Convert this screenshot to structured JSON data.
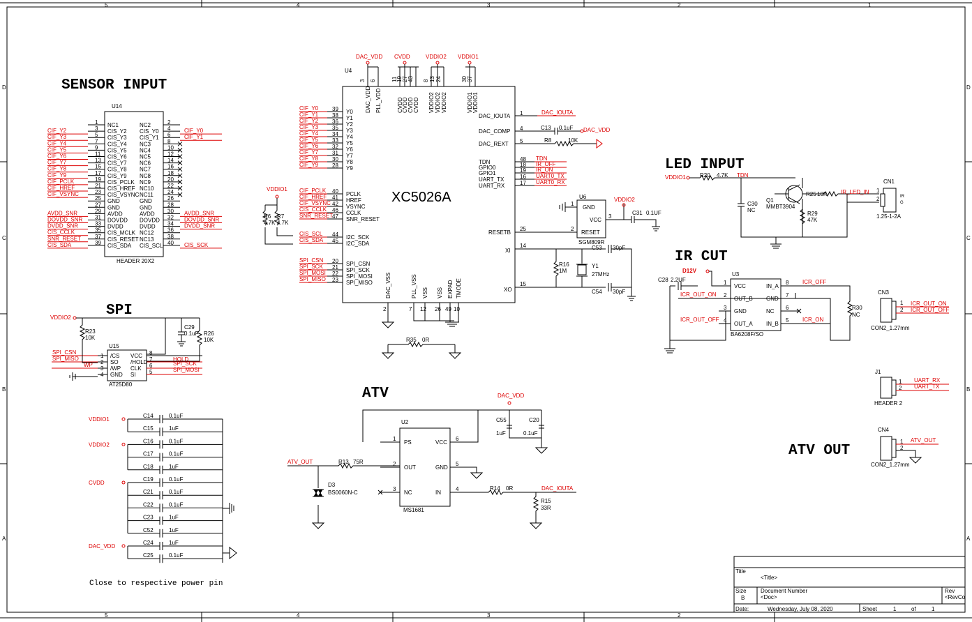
{
  "frame": {
    "col_labels": [
      "5",
      "4",
      "3",
      "2",
      "1"
    ],
    "row_labels": [
      "D",
      "C",
      "B",
      "A"
    ]
  },
  "titles": {
    "sensor": "SENSOR INPUT",
    "spi": "SPI",
    "atv": "ATV",
    "led": "LED INPUT",
    "ircut": "IR CUT",
    "atvout": "ATV OUT",
    "note": "Close to respective power pin"
  },
  "u4": {
    "ref": "U4",
    "name": "XC5026A",
    "top_nets": [
      "DAC_VDD",
      "CVDD",
      "VDDIO2",
      "VDDIO1"
    ],
    "top_pins": [
      "3",
      "6",
      "11",
      "19",
      "27",
      "43",
      "8",
      "13",
      "24",
      "30",
      "37"
    ],
    "top_names": [
      "DAC_VDD",
      "PLL_VDD",
      "CVDD",
      "CVDD",
      "CVDD",
      "CVDD",
      "VDDIO2",
      "VDDIO2",
      "VDDIO2",
      "VDDIO1",
      "VDDIO1"
    ],
    "left_nets": [
      "CIF_Y0",
      "CIF_Y1",
      "CIF_Y2",
      "CIF_Y3",
      "CIF_Y4",
      "CIF_Y5",
      "CIF_Y6",
      "CIF_Y7",
      "CIF_Y8",
      "CIF_Y9"
    ],
    "left_pins": [
      "39",
      "38",
      "36",
      "35",
      "34",
      "33",
      "32",
      "31",
      "30",
      "28"
    ],
    "left_names": [
      "Y0",
      "Y1",
      "Y2",
      "Y3",
      "Y4",
      "Y5",
      "Y6",
      "Y7",
      "Y8",
      "Y9"
    ],
    "left2_nets": [
      "CIF_PCLK",
      "CIF_HREF",
      "CIF_VSYNC",
      "CIS_CCLK",
      "SNR_RESET"
    ],
    "left2_pins": [
      "40",
      "41",
      "42",
      "46",
      "47"
    ],
    "left2_names": [
      "PCLK",
      "HREF",
      "VSYNC",
      "CCLK",
      "SNR_RESET"
    ],
    "i2c_nets": [
      "CIS_SCL",
      "CIS_SDA"
    ],
    "i2c_pins": [
      "44",
      "45"
    ],
    "i2c_names": [
      "I2C_SCK",
      "I2C_SDA"
    ],
    "spi_nets": [
      "SPI_CSN",
      "SPI_SCK",
      "SPI_MOSI",
      "SPI_MISO"
    ],
    "spi_pins": [
      "20",
      "21",
      "22",
      "23"
    ],
    "spi_names": [
      "SPI_CSN",
      "SPI_SCK",
      "SPI_MOSI",
      "SPI_MISO"
    ],
    "right_names": [
      "DAC_IOUTA",
      "DAC_COMP",
      "DAC_REXT"
    ],
    "right_pins": [
      "1",
      "4",
      "5"
    ],
    "gpio_names": [
      "TDN",
      "GPIO0",
      "GPIO1",
      "UART_TX",
      "UART_RX"
    ],
    "gpio_pins": [
      "48",
      "18",
      "19",
      "16",
      "17"
    ],
    "gpio_nets": [
      "TDN",
      "IR_OFF",
      "IR_ON",
      "UART0_TX",
      "UART0_RX"
    ],
    "resetb": "RESETB",
    "resetb_pin": "25",
    "xi": "XI",
    "xi_pin": "14",
    "xo": "XO",
    "xo_pin": "15",
    "bottom_pins": [
      "2",
      "7",
      "12",
      "26",
      "49",
      "10"
    ],
    "bottom_names": [
      "DAC_VSS",
      "PLL_VSS",
      "VSS",
      "VSS",
      "EXPAD",
      "TMODE"
    ],
    "dac_iouta_net": "DAC_IOUTA",
    "c13": "C13",
    "c13_val": "0.1uF",
    "r8": "R8",
    "r8_val": "10K",
    "dac_vdd": "DAC_VDD",
    "vddio1": "VDDIO1",
    "r6": "R6",
    "r6_val": "4.7K",
    "r7": "R7",
    "r7_val": "4.7K",
    "r35": "R35",
    "r35_val": "0R"
  },
  "u14": {
    "ref": "U14",
    "part": "HEADER 20X2",
    "left_pins": [
      "1",
      "3",
      "5",
      "7",
      "9",
      "11",
      "13",
      "15",
      "17",
      "19",
      "21",
      "23",
      "25",
      "27",
      "29",
      "31",
      "33",
      "35",
      "37",
      "39"
    ],
    "left_names": [
      "NC1",
      "CIS_Y2",
      "CIS_Y3",
      "CIS_Y4",
      "CIS_Y5",
      "CIS_Y6",
      "CIS_Y7",
      "CIS_Y8",
      "CIS_Y9",
      "CIS_PCLK",
      "CIS_HREF",
      "CIS_VSYNC",
      "GND",
      "GND",
      "AVDD",
      "DOVDD",
      "DVDD",
      "CIS_MCLK",
      "CIS_RESET",
      "CIS_SDA"
    ],
    "right_pins": [
      "2",
      "4",
      "6",
      "8",
      "10",
      "12",
      "14",
      "16",
      "18",
      "20",
      "22",
      "24",
      "26",
      "28",
      "30",
      "32",
      "34",
      "36",
      "38",
      "40"
    ],
    "right_names": [
      "NC2",
      "CIS_Y0",
      "CIS_Y1",
      "NC3",
      "NC4",
      "NC5",
      "NC6",
      "NC7",
      "NC8",
      "NC9",
      "NC10",
      "NC11",
      "GND",
      "GND",
      "AVDD",
      "DOVDD",
      "DVDD",
      "NC12",
      "NC13",
      "CIS_SCL"
    ],
    "left_nets": [
      "",
      "CIF_Y2",
      "CIF_Y3",
      "CIF_Y4",
      "CIF_Y5",
      "CIF_Y6",
      "CIF_Y7",
      "CIF_Y8",
      "CIF_Y9",
      "CIF_PCLK",
      "CIF_HREF",
      "CIF_VSYNC",
      "",
      "",
      "AVDD_SNR",
      "DOVDD_SNR",
      "DVDD_SNR",
      "CIS_CCLK",
      "SNR_RESET",
      "CIS_SDA"
    ],
    "right_nets": [
      "",
      "CIF_Y0",
      "CIF_Y1",
      "",
      "",
      "",
      "",
      "",
      "",
      "",
      "",
      "",
      "",
      "",
      "AVDD_SNR",
      "DOVDD_SNR",
      "DVDD_SNR",
      "",
      "",
      "CIS_SCK"
    ]
  },
  "u15": {
    "ref": "U15",
    "part": "AT25D80",
    "left_names": [
      "/CS",
      "SO",
      "/WP",
      "GND"
    ],
    "left_pins": [
      "1",
      "2",
      "3",
      "4"
    ],
    "right_names": [
      "VCC",
      "/HOLD",
      "CLK",
      "SI"
    ],
    "right_pins": [
      "8",
      "7",
      "6",
      "5"
    ],
    "left_nets": [
      "SPI_CSN",
      "SPI_MISO",
      "WP"
    ],
    "right_nets": [
      "HOLD",
      "SPI_SCK",
      "SPI_MOSI"
    ],
    "vddio2": "VDDIO2",
    "r23": "R23",
    "r23_val": "10K",
    "c29": "C29",
    "c29_val": "0.1uF",
    "r26": "R26",
    "r26_val": "10K"
  },
  "u6": {
    "ref": "U6",
    "part": "SGM809R",
    "pins": [
      "1",
      "2",
      "3"
    ],
    "names": [
      "GND",
      "RESET",
      "VCC"
    ],
    "vddio2": "VDDIO2",
    "c31": "C31",
    "c31_val": "0.1UF"
  },
  "xtal": {
    "y1": "Y1",
    "y1_val": "27MHz",
    "r16": "R16",
    "r16_val": "1M",
    "c53": "C53",
    "c53_val": "30pF",
    "c54": "C54",
    "c54_val": "30pF"
  },
  "led": {
    "vddio1": "VDDIO1",
    "r20": "R20",
    "r20_val": "4.7K",
    "tdn": "TDN",
    "c30": "C30",
    "c30_val": "NC",
    "q1": "Q1",
    "q1_part": "MMBT3904",
    "r25": "R25",
    "r25_val": "10K",
    "r29": "R29",
    "r29_val": "47K",
    "net": "IR_LED_IN",
    "cn1": "CN1",
    "cn1_part": "1.25-1-2A",
    "cn1_pins": [
      "1",
      "2"
    ],
    "cn1_labels": [
      "IR",
      "G"
    ]
  },
  "ircut": {
    "d12v": "D12V",
    "c28": "C28",
    "c28_val": "2.2UF",
    "u3": "U3",
    "part": "BA6208F/SO",
    "left_names": [
      "VCC",
      "OUT_B",
      "GND",
      "OUT_A"
    ],
    "left_pins": [
      "1",
      "2",
      "3",
      "4"
    ],
    "right_names": [
      "IN_A",
      "GND",
      "NC",
      "IN_B"
    ],
    "right_pins": [
      "8",
      "7",
      "6",
      "5"
    ],
    "nets": [
      "ICR_OUT_ON",
      "ICR_OUT_OFF",
      "ICR_OFF",
      "ICR_ON"
    ],
    "r30": "R30",
    "r30_val": "NC",
    "cn3": "CN3",
    "cn3_part": "CON2_1.27mm",
    "cn3_pins": [
      "1",
      "2"
    ],
    "cn3_nets": [
      "ICR_OUT_ON",
      "ICR_OUT_OFF"
    ],
    "j1": "J1",
    "j1_part": "HEADER 2",
    "j1_pins": [
      "1",
      "2"
    ],
    "j1_nets": [
      "UART_RX",
      "UART_TX"
    ],
    "cn4": "CN4",
    "cn4_part": "CON2_1.27mm",
    "cn4_pins": [
      "1",
      "2"
    ],
    "cn4_net": "ATV_OUT"
  },
  "atv": {
    "u2": "U2",
    "part": "MS1681",
    "left_names": [
      "PS",
      "OUT",
      "NC"
    ],
    "left_pins": [
      "1",
      "2",
      "3"
    ],
    "right_names": [
      "VCC",
      "GND",
      "IN"
    ],
    "right_pins": [
      "6",
      "5",
      "4"
    ],
    "dac_vdd": "DAC_VDD",
    "c55": "C55",
    "c55_val": "1uF",
    "c20": "C20",
    "c20_val": "0.1uF",
    "atv_out": "ATV_OUT",
    "r13": "R13",
    "r13_val": "75R",
    "d3": "D3",
    "d3_part": "BS0060N-C",
    "r14": "R14",
    "r14_val": "0R",
    "dac_iouta": "DAC_IOUTA",
    "r15": "R15",
    "r15_val": "33R"
  },
  "caps": {
    "groups": [
      {
        "net": "VDDIO1",
        "caps": [
          [
            "C14",
            "0.1uF"
          ],
          [
            "C15",
            "1uF"
          ]
        ]
      },
      {
        "net": "VDDIO2",
        "caps": [
          [
            "C16",
            "0.1uF"
          ],
          [
            "C17",
            "0.1uF"
          ],
          [
            "C18",
            "1uF"
          ]
        ]
      },
      {
        "net": "CVDD",
        "caps": [
          [
            "C19",
            "0.1uF"
          ],
          [
            "C21",
            "0.1uF"
          ],
          [
            "C22",
            "0.1uF"
          ],
          [
            "C23",
            "1uF"
          ],
          [
            "C52",
            "1uF"
          ]
        ]
      },
      {
        "net": "DAC_VDD",
        "caps": [
          [
            "C24",
            "1uF"
          ],
          [
            "C25",
            "0.1uF"
          ]
        ]
      }
    ]
  },
  "titleblock": {
    "title_label": "Title",
    "title_value": "<Title>",
    "size_label": "Size",
    "size_value": "B",
    "docnum_label": "Document Number",
    "docnum_value": "<Doc>",
    "rev_label": "Rev",
    "rev_value": "<RevCo",
    "date_label": "Date:",
    "date_value": "Wednesday, July 08, 2020",
    "sheet_label": "Sheet",
    "sheet_value": "1",
    "of_label": "of",
    "of_value": "1"
  }
}
